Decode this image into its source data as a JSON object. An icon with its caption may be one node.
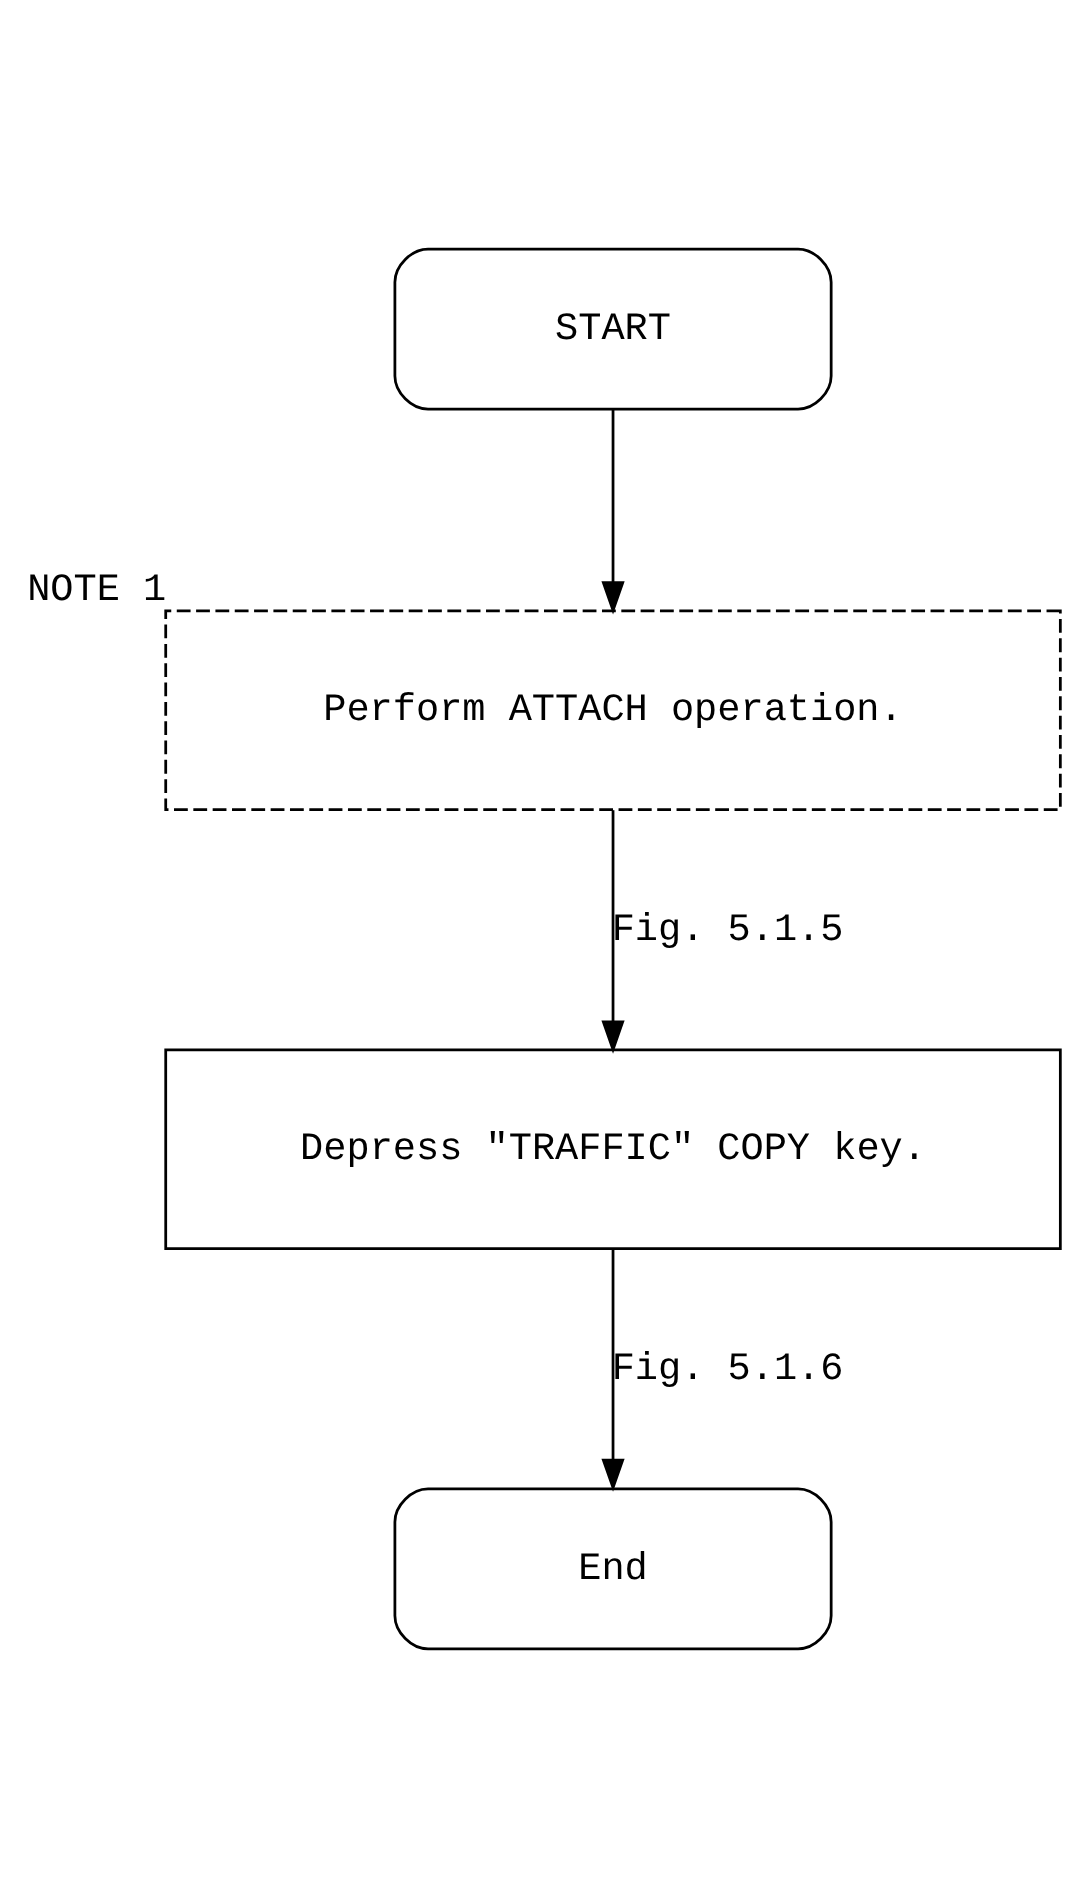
{
  "diagram": {
    "nodes": [
      {
        "text": [
          "START"
        ]
      },
      {
        "text": [
          "Perform ATTACH operation."
        ],
        "beside": [
          "NOTE 1"
        ]
      },
      {
        "text": [
          "Depress \"TRAFFIC\" COPY key."
        ]
      },
      {
        "text": [
          "End"
        ]
      }
    ],
    "edges": [
      {
        "from": 0,
        "to": 1,
        "arrow": "to"
      },
      {
        "from": 1,
        "to": 2,
        "arrow": "to",
        "label": "Fig. 5.1.5"
      },
      {
        "from": 2,
        "to": 3,
        "arrow": "to",
        "label": "Fig. 5.1.6"
      }
    ]
  }
}
